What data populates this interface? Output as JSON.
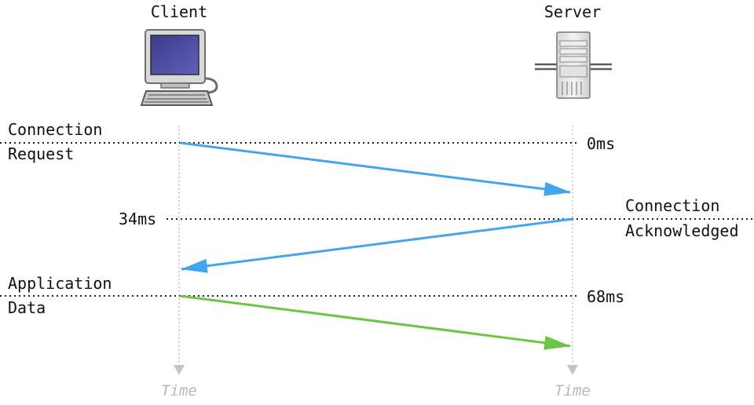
{
  "participants": {
    "client": {
      "title": "Client",
      "icon": "desktop-computer-icon"
    },
    "server": {
      "title": "Server",
      "icon": "server-tower-icon"
    }
  },
  "timeline_label": "Time",
  "events": [
    {
      "id": "connection-request",
      "line1": "Connection",
      "line2": "Request",
      "timestamp": "0ms",
      "from": "client",
      "to": "server",
      "color": "#42a5ee"
    },
    {
      "id": "connection-acknowledged",
      "line1": "Connection",
      "line2": "Acknowledged",
      "timestamp": "34ms",
      "from": "server",
      "to": "client",
      "color": "#42a5ee"
    },
    {
      "id": "application-data",
      "line1": "Application",
      "line2": "Data",
      "timestamp": "68ms",
      "from": "client",
      "to": "server",
      "color": "#6cc645"
    }
  ],
  "colors": {
    "request_arrow": "#42a5ee",
    "data_arrow": "#6cc645",
    "timeline": "#c4c4c4",
    "dotted_rule": "#222222",
    "time_label": "#b8b8b8"
  }
}
